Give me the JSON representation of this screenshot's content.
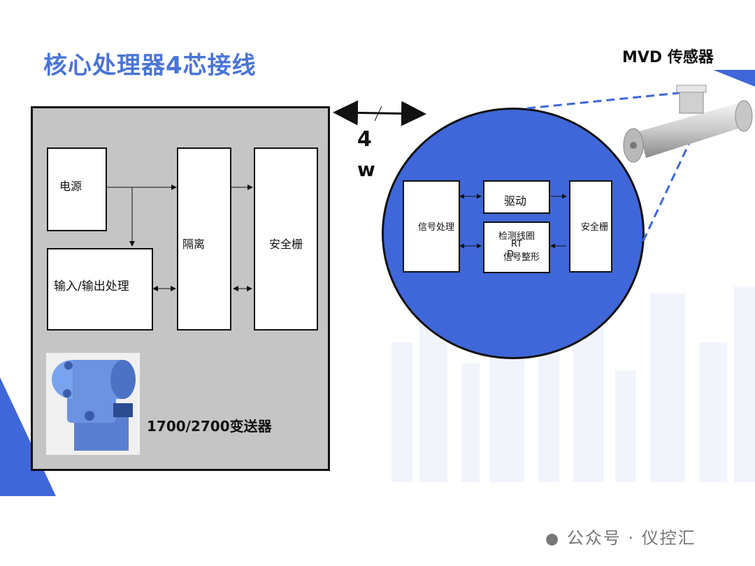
{
  "title": "核心处理器4芯接线",
  "sensor_label": "MVD 传感器",
  "transmitter": {
    "power": "电源",
    "io": "输入/输出处理",
    "isolation": "隔离",
    "barrier": "安全栅",
    "device_label": "1700/2700变送器"
  },
  "cable": {
    "count": "4",
    "unit": "w"
  },
  "sensor": {
    "signal_processing": "信号处理",
    "drive": "驱动",
    "detect_line1": "检测线圈",
    "detect_line2": "RT",
    "detect_line3": "信号整形",
    "detect_overlap": "D",
    "barrier": "安全栅"
  },
  "watermark": "公众号 · 仪控汇",
  "colors": {
    "accent": "#4a74d6",
    "circle": "#3f67d9",
    "panel": "#c5c5c5"
  }
}
